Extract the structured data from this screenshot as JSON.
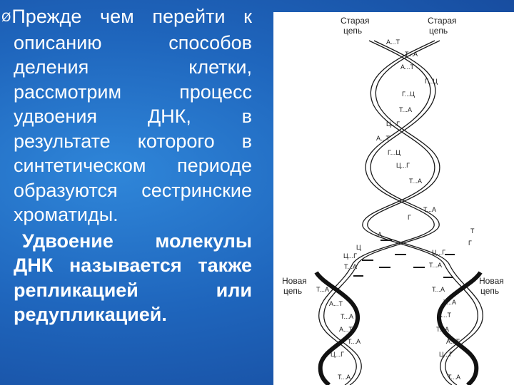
{
  "slide": {
    "bullet": "Ø",
    "paragraph1": "Прежде чем перейти к описанию способов деления клетки, рассмотрим процесс удвоения ДНК, в результате которого в синтетическом периоде образуются сестринские хроматиды.",
    "paragraph2": "Удвоение молекулы ДНК называется также репликацией или редупликацией."
  },
  "figure": {
    "label_old_left": "Старая цепь",
    "label_old_right": "Старая цепь",
    "label_new_left": "Новая цепь",
    "label_new_right": "Новая цепь",
    "pairs_top": [
      "А...Т",
      "Т...А",
      "А...Т",
      "Г...Ц",
      "Г...Ц",
      "Т...А",
      "Ц...Г",
      "А...Т",
      "Г...Ц",
      "Ц...Г",
      "Т...А"
    ],
    "pairs_middle": [
      "Т...А",
      "Г",
      "А",
      "Т",
      "Ц",
      "Г",
      "Ц...Г",
      "Ц...Г",
      "Т...А",
      "Т...А"
    ],
    "pairs_bottom_left": [
      "Т...А",
      "А...Т",
      "Т...А",
      "А...Т",
      "Т...А",
      "Ц...Г",
      "Т...А"
    ],
    "pairs_bottom_right": [
      "Т...А",
      "Т...А",
      "А...Т",
      "Т...А",
      "А...Т",
      "Ц...Г",
      "Т...А"
    ]
  }
}
